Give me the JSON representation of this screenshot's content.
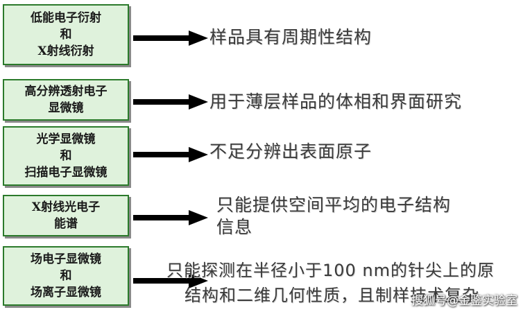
{
  "rows": [
    {
      "box_lines": [
        "低能电子衍射",
        "和",
        "X射线衍射"
      ],
      "desc_lines": [
        "样品具有周期性结构"
      ]
    },
    {
      "box_lines": [
        "高分辨透射电子",
        "显微镜"
      ],
      "desc_lines": [
        "用于薄层样品的体相和界面研究"
      ]
    },
    {
      "box_lines": [
        "光学显微镜",
        "和",
        "扫描电子显微镜"
      ],
      "desc_lines": [
        "不足分辨出表面原子"
      ]
    },
    {
      "box_lines": [
        "X射线光电子",
        "能谱"
      ],
      "desc_lines": [
        "只能提供空间平均的电子结构",
        "信息"
      ]
    },
    {
      "box_lines": [
        "场电子显微镜",
        "和",
        "场离子显微镜"
      ],
      "desc_lines": [
        "只能探测在半径小于100 nm的针尖上的原",
        "结构和二维几何性质，且制样技术复杂"
      ]
    }
  ],
  "watermark": "搜狐号@金鉴实验室",
  "colors": {
    "box_fill": "#dff2dc",
    "box_border": "#2b7a2b",
    "arrow": "#000000",
    "text": "#3a3a3a"
  }
}
